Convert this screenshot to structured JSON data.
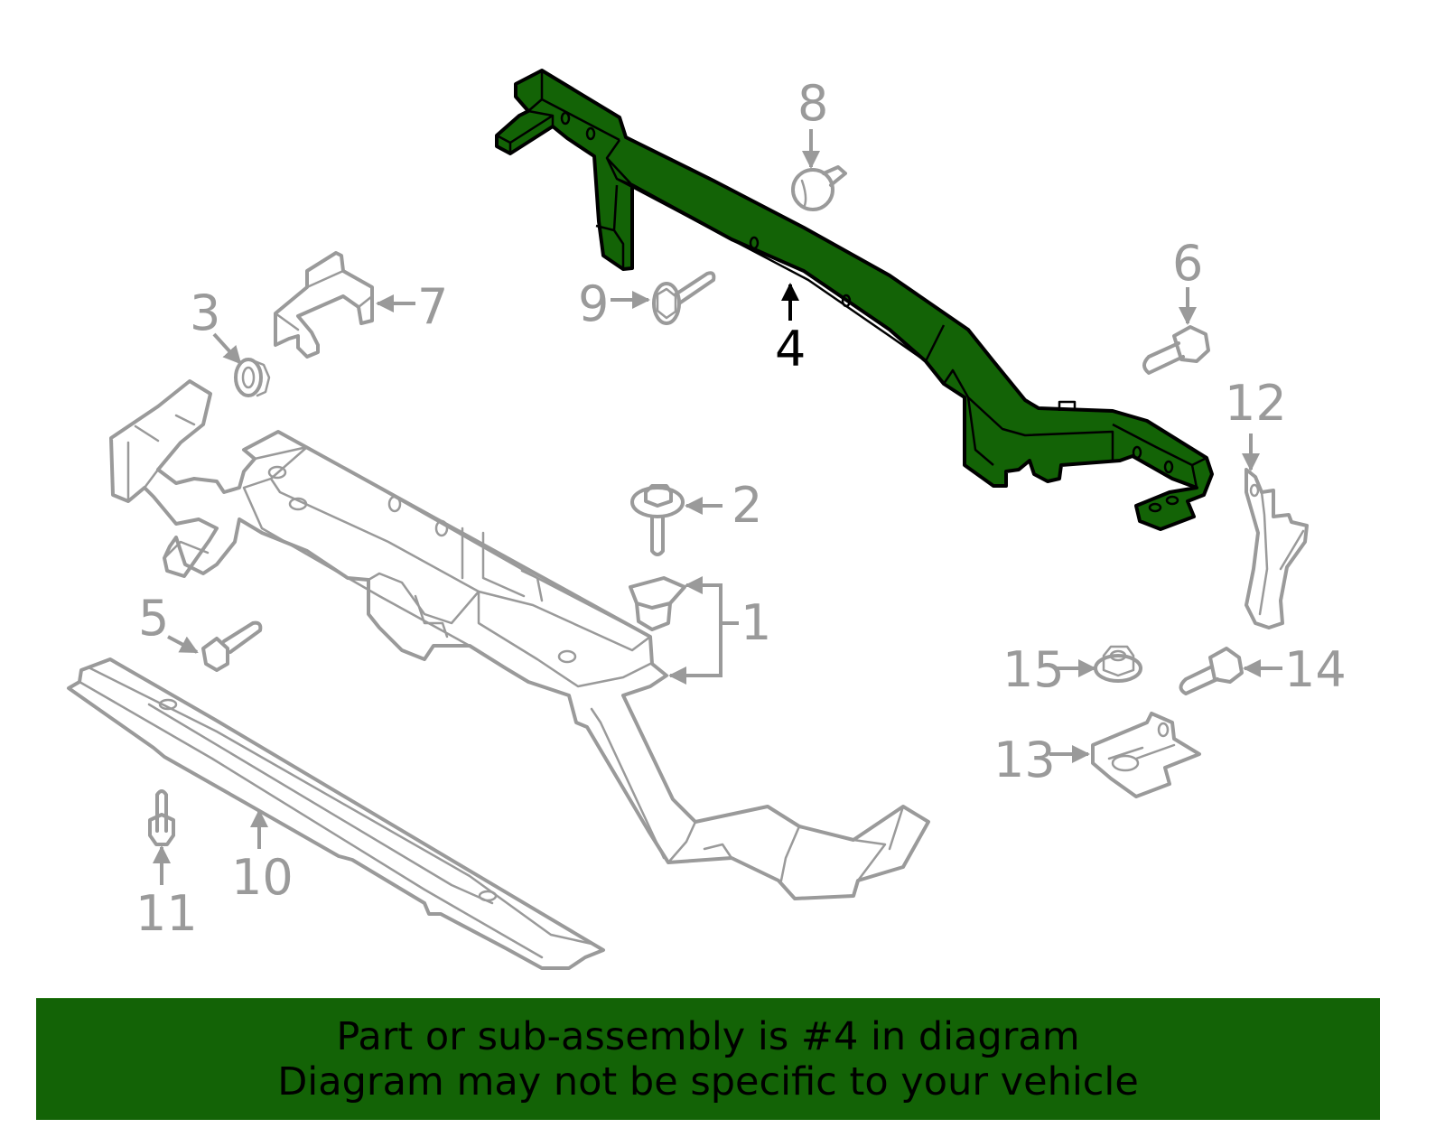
{
  "diagram": {
    "title": "Radiator support / front end module parts diagram",
    "highlighted_part": "4",
    "colors": {
      "highlight": "#136306",
      "outline": "#000000",
      "other_parts": "#9a9a9a",
      "background": "#ffffff"
    },
    "callouts": [
      {
        "id": "1",
        "label": "1"
      },
      {
        "id": "2",
        "label": "2"
      },
      {
        "id": "3",
        "label": "3"
      },
      {
        "id": "4",
        "label": "4",
        "highlighted": true
      },
      {
        "id": "5",
        "label": "5"
      },
      {
        "id": "6",
        "label": "6"
      },
      {
        "id": "7",
        "label": "7"
      },
      {
        "id": "8",
        "label": "8"
      },
      {
        "id": "9",
        "label": "9"
      },
      {
        "id": "10",
        "label": "10"
      },
      {
        "id": "11",
        "label": "11"
      },
      {
        "id": "12",
        "label": "12"
      },
      {
        "id": "13",
        "label": "13"
      },
      {
        "id": "14",
        "label": "14"
      },
      {
        "id": "15",
        "label": "15"
      }
    ]
  },
  "banner": {
    "line1": "Part or sub-assembly is #4 in diagram",
    "line2": "Diagram may not be specific to your vehicle",
    "background": "#136306"
  }
}
